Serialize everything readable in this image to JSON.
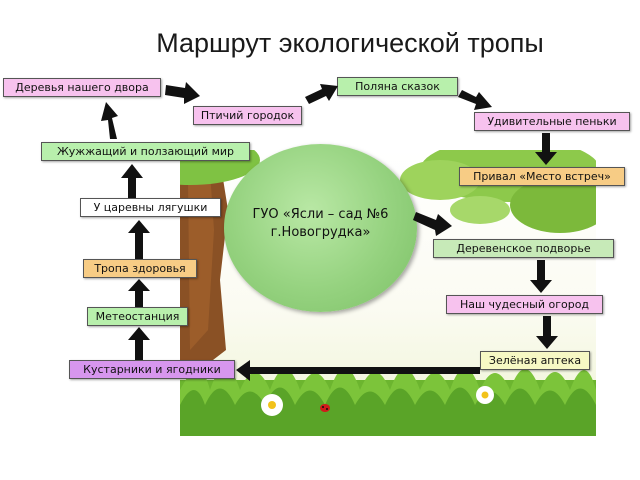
{
  "title": "Маршрут экологической тропы",
  "center": {
    "line1": "ГУО «Ясли – сад №6",
    "line2": "г.Новогрудка»"
  },
  "nodes": {
    "trees": "Деревья нашего двора",
    "birdtown": "Птичий городок",
    "glade": "Поляна сказок",
    "stumps": "Удивительные пеньки",
    "halt": "Привал «Место встреч»",
    "village": "Деревенское подворье",
    "garden": "Наш чудесный огород",
    "pharmacy": "Зелёная аптека",
    "shrubs": "Кустарники и ягодники",
    "weather": "Метеостанция",
    "health": "Тропа здоровья",
    "frog": "У царевны лягушки",
    "insects": "Жужжащий и ползающий мир"
  },
  "colors": {
    "pink": "#f7c2ee",
    "purple": "#d796ee",
    "lightgreen": "#b8f0ac",
    "lightgreen2": "#c7eab8",
    "orange": "#f7cc85",
    "yellow": "#f6f8c4",
    "white": "#ffffff",
    "circle": "#95d27f"
  }
}
